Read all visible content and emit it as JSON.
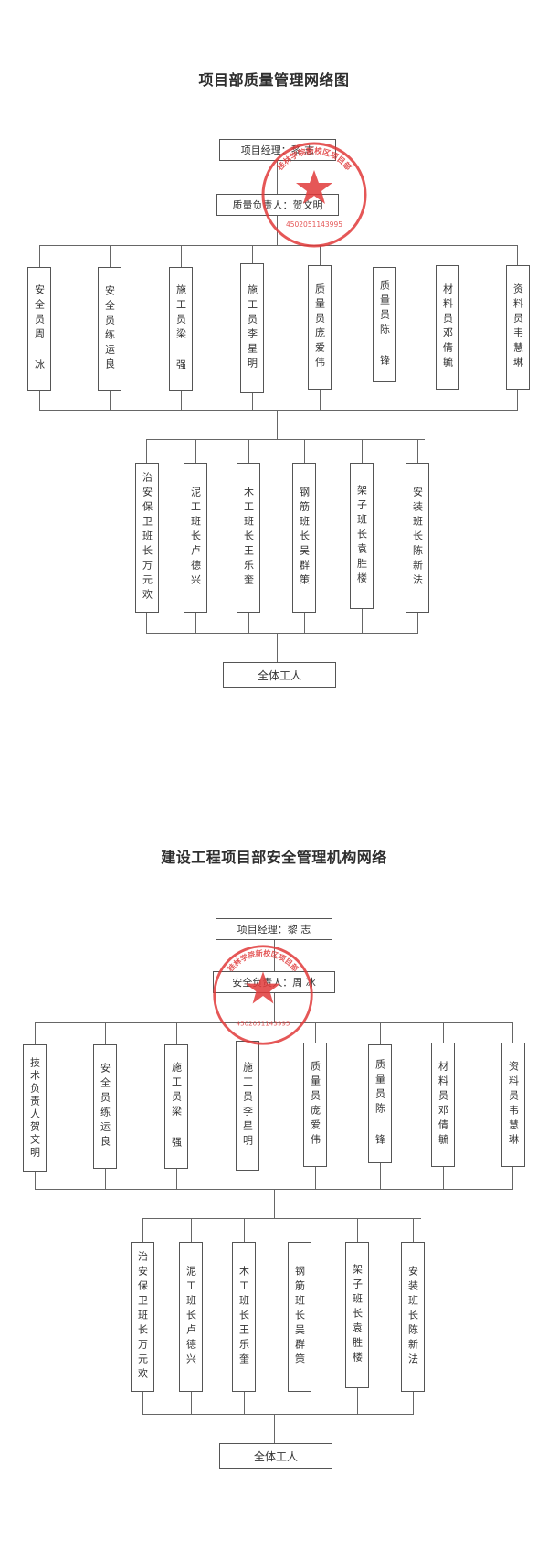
{
  "quality_network": {
    "title": "项目部质量管理网络图",
    "manager": "项目经理：黎 志",
    "responsible": "质量负责人：贺文明",
    "staff": [
      {
        "text": "安全员周 冰"
      },
      {
        "text": "安全员练运良"
      },
      {
        "text": "施工员梁 强"
      },
      {
        "text": "施工员李星明"
      },
      {
        "text": "质量员庞爱伟"
      },
      {
        "text": "质量员陈 锋"
      },
      {
        "text": "材料员邓倩毓"
      },
      {
        "text": "资料员韦慧琳"
      }
    ],
    "team_leaders": [
      {
        "text": "治安保卫班长万元欢"
      },
      {
        "text": "泥工班长卢德兴"
      },
      {
        "text": "木工班长王乐奎"
      },
      {
        "text": "钢筋班长吴群策"
      },
      {
        "text": "架子班长袁胜楼"
      },
      {
        "text": "安装班长陈新法"
      }
    ],
    "workers": "全体工人",
    "stamp": {
      "org": "桂林学院新校区项目部",
      "code": "4502051143995",
      "color": "#e03a3a"
    }
  },
  "safety_network": {
    "title": "建设工程项目部安全管理机构网络",
    "manager": "项目经理：黎 志",
    "responsible": "安全负责人：周 冰",
    "staff": [
      {
        "text": "技术负责人贺文明"
      },
      {
        "text": "安全员练运良"
      },
      {
        "text": "施工员梁 强"
      },
      {
        "text": "施工员李星明"
      },
      {
        "text": "质量员庞爱伟"
      },
      {
        "text": "质量员陈 锋"
      },
      {
        "text": "材料员邓倩毓"
      },
      {
        "text": "资料员韦慧琳"
      }
    ],
    "team_leaders": [
      {
        "text": "治安保卫班长万元欢"
      },
      {
        "text": "泥工班长卢德兴"
      },
      {
        "text": "木工班长王乐奎"
      },
      {
        "text": "钢筋班长吴群策"
      },
      {
        "text": "架子班长袁胜楼"
      },
      {
        "text": "安装班长陈新法"
      }
    ],
    "workers": "全体工人",
    "stamp": {
      "org": "桂林学院新校区项目部",
      "code": "4502051143995",
      "color": "#e03a3a"
    }
  }
}
